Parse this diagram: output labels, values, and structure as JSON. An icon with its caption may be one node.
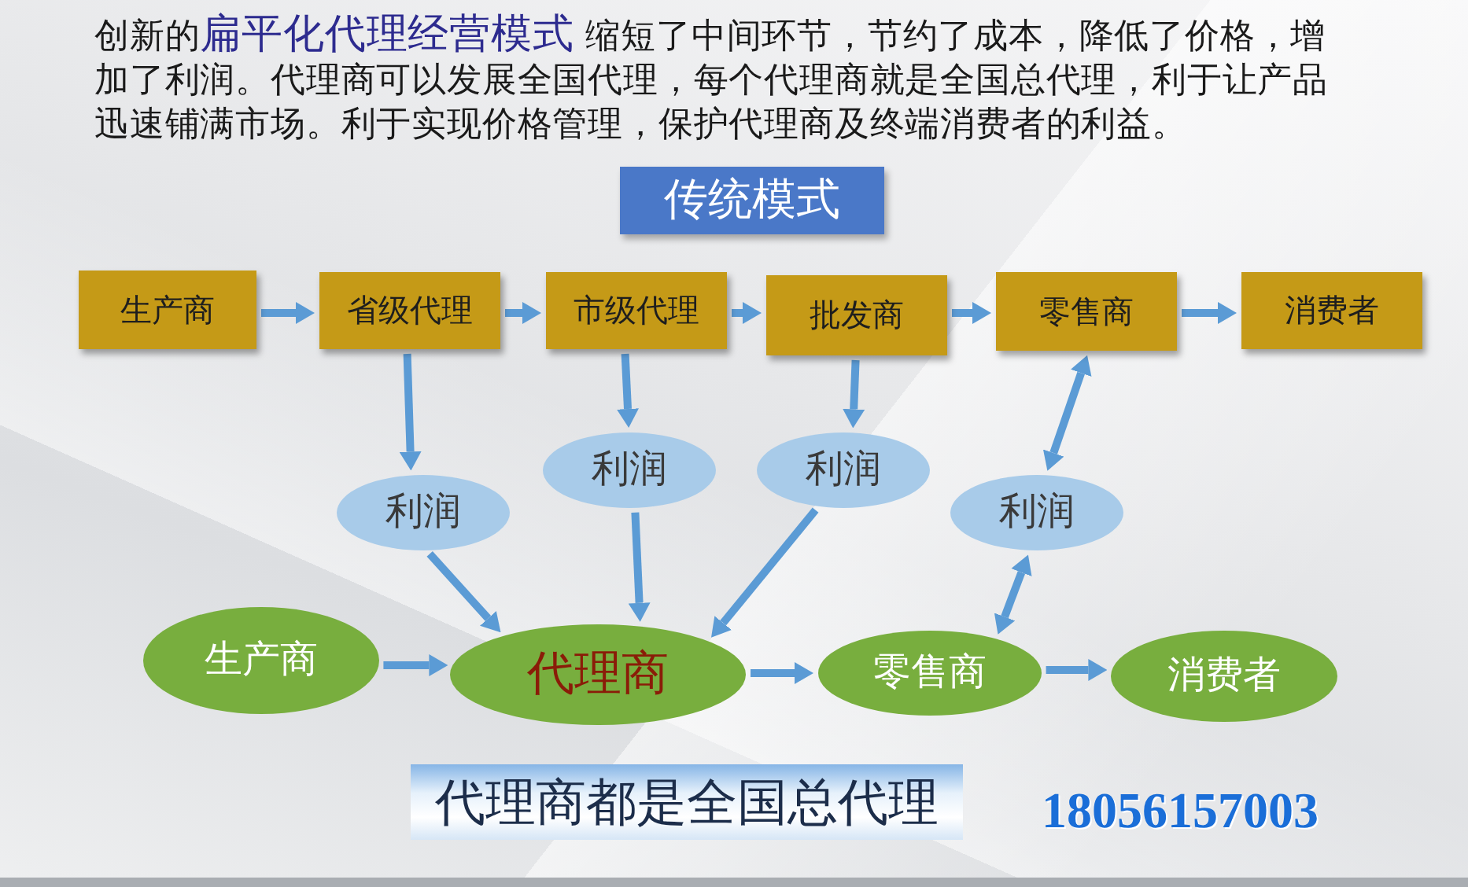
{
  "diagram": {
    "nodes": [
      {
        "text": [
          "传统模式"
        ]
      },
      {
        "text": [
          "生产商"
        ]
      },
      {
        "text": [
          "省级代理"
        ]
      },
      {
        "text": [
          "市级代理"
        ]
      },
      {
        "text": [
          "批发商"
        ]
      },
      {
        "text": [
          "零售商"
        ]
      },
      {
        "text": [
          "消费者"
        ]
      },
      {
        "text": [
          "利润"
        ]
      },
      {
        "text": [
          "利润"
        ]
      },
      {
        "text": [
          "利润"
        ]
      },
      {
        "text": [
          "利润"
        ]
      },
      {
        "text": [
          "生产商"
        ]
      },
      {
        "text": [
          "代理商"
        ]
      },
      {
        "text": [
          "零售商"
        ]
      },
      {
        "text": [
          "消费者"
        ]
      },
      {
        "text": [
          "代理商都是全国总代理"
        ]
      }
    ],
    "edges": [
      {
        "from": 1,
        "to": 2,
        "arrow": "to"
      },
      {
        "from": 2,
        "to": 3,
        "arrow": "to"
      },
      {
        "from": 3,
        "to": 4,
        "arrow": "to"
      },
      {
        "from": 4,
        "to": 5,
        "arrow": "to"
      },
      {
        "from": 5,
        "to": 6,
        "arrow": "to"
      },
      {
        "from": 2,
        "to": 7,
        "arrow": "to"
      },
      {
        "from": 3,
        "to": 8,
        "arrow": "to"
      },
      {
        "from": 4,
        "to": 9,
        "arrow": "to"
      },
      {
        "from": 5,
        "to": 10,
        "arrow": "both"
      },
      {
        "from": 7,
        "to": 12,
        "arrow": "to"
      },
      {
        "from": 8,
        "to": 12,
        "arrow": "to"
      },
      {
        "from": 9,
        "to": 12,
        "arrow": "to"
      },
      {
        "from": 10,
        "to": 13,
        "arrow": "both"
      },
      {
        "from": 11,
        "to": 12,
        "arrow": "to"
      },
      {
        "from": 12,
        "to": 13,
        "arrow": "to"
      },
      {
        "from": 13,
        "to": 14,
        "arrow": "to"
      }
    ],
    "labels": [
      "创新的**扁平化代理经营模式** 缩短了中间环节，节约了成本，降低了价格，增加了利润。代理商可以发展全国代理，每个代理商就是全国总代理，利于让产品迅速铺满市场。利于实现价格管理，保护代理商及终端消费者的利益。",
      "18056157003"
    ]
  }
}
